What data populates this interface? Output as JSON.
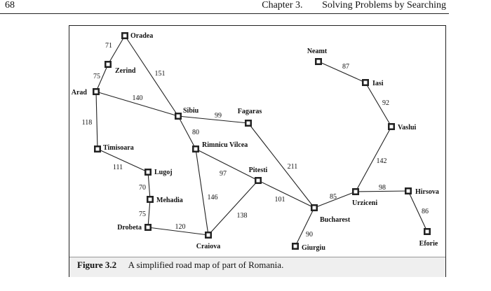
{
  "header": {
    "page_number": "68",
    "chapter": "Chapter 3.",
    "title": "Solving Problems by Searching"
  },
  "caption": {
    "label": "Figure 3.2",
    "text": "A simplified road map of part of Romania."
  },
  "map": {
    "cities": [
      {
        "id": "oradea",
        "name": "Oradea"
      },
      {
        "id": "zerind",
        "name": "Zerind"
      },
      {
        "id": "arad",
        "name": "Arad"
      },
      {
        "id": "sibiu",
        "name": "Sibiu"
      },
      {
        "id": "timisoara",
        "name": "Timisoara"
      },
      {
        "id": "lugoj",
        "name": "Lugoj"
      },
      {
        "id": "mehadia",
        "name": "Mehadia"
      },
      {
        "id": "drobeta",
        "name": "Drobeta"
      },
      {
        "id": "craiova",
        "name": "Craiova"
      },
      {
        "id": "rimnicu",
        "name": "Rimnicu Vilcea"
      },
      {
        "id": "fagaras",
        "name": "Fagaras"
      },
      {
        "id": "pitesti",
        "name": "Pitesti"
      },
      {
        "id": "bucharest",
        "name": "Bucharest"
      },
      {
        "id": "giurgiu",
        "name": "Giurgiu"
      },
      {
        "id": "urziceni",
        "name": "Urziceni"
      },
      {
        "id": "hirsova",
        "name": "Hirsova"
      },
      {
        "id": "eforie",
        "name": "Eforie"
      },
      {
        "id": "vaslui",
        "name": "Vaslui"
      },
      {
        "id": "iasi",
        "name": "Iasi"
      },
      {
        "id": "neamt",
        "name": "Neamt"
      }
    ],
    "roads": [
      {
        "from": "oradea",
        "to": "zerind",
        "distance": "71"
      },
      {
        "from": "zerind",
        "to": "arad",
        "distance": "75"
      },
      {
        "from": "oradea",
        "to": "sibiu",
        "distance": "151"
      },
      {
        "from": "arad",
        "to": "sibiu",
        "distance": "140"
      },
      {
        "from": "arad",
        "to": "timisoara",
        "distance": "118"
      },
      {
        "from": "timisoara",
        "to": "lugoj",
        "distance": "111"
      },
      {
        "from": "lugoj",
        "to": "mehadia",
        "distance": "70"
      },
      {
        "from": "mehadia",
        "to": "drobeta",
        "distance": "75"
      },
      {
        "from": "drobeta",
        "to": "craiova",
        "distance": "120"
      },
      {
        "from": "sibiu",
        "to": "fagaras",
        "distance": "99"
      },
      {
        "from": "sibiu",
        "to": "rimnicu",
        "distance": "80"
      },
      {
        "from": "rimnicu",
        "to": "pitesti",
        "distance": "97"
      },
      {
        "from": "rimnicu",
        "to": "craiova",
        "distance": "146"
      },
      {
        "from": "craiova",
        "to": "pitesti",
        "distance": "138"
      },
      {
        "from": "fagaras",
        "to": "bucharest",
        "distance": "211"
      },
      {
        "from": "pitesti",
        "to": "bucharest",
        "distance": "101"
      },
      {
        "from": "bucharest",
        "to": "giurgiu",
        "distance": "90"
      },
      {
        "from": "bucharest",
        "to": "urziceni",
        "distance": "85"
      },
      {
        "from": "urziceni",
        "to": "hirsova",
        "distance": "98"
      },
      {
        "from": "hirsova",
        "to": "eforie",
        "distance": "86"
      },
      {
        "from": "urziceni",
        "to": "vaslui",
        "distance": "142"
      },
      {
        "from": "vaslui",
        "to": "iasi",
        "distance": "92"
      },
      {
        "from": "iasi",
        "to": "neamt",
        "distance": "87"
      }
    ]
  }
}
